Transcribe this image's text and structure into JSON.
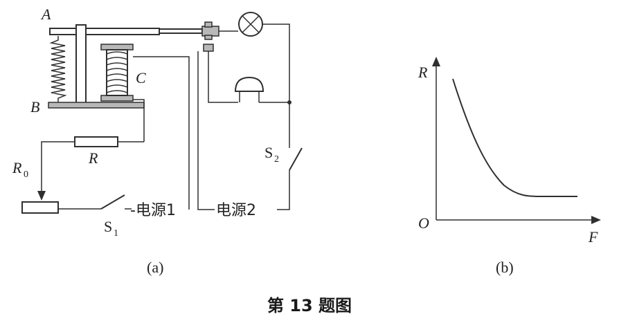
{
  "diagram_a": {
    "labels": {
      "armature_end": "A",
      "base": "B",
      "core": "C",
      "resistor": "R",
      "rheostat": "R",
      "rheostat_sub": "0",
      "switch1": "S",
      "switch1_sub": "1",
      "switch2": "S",
      "switch2_sub": "2",
      "power1": "-电源1",
      "power2": "电源2"
    },
    "caption": "(a)"
  },
  "graph_b": {
    "y_label": "R",
    "x_label": "F",
    "origin": "O",
    "caption": "(b)"
  },
  "figure_caption": "第 13 题图"
}
